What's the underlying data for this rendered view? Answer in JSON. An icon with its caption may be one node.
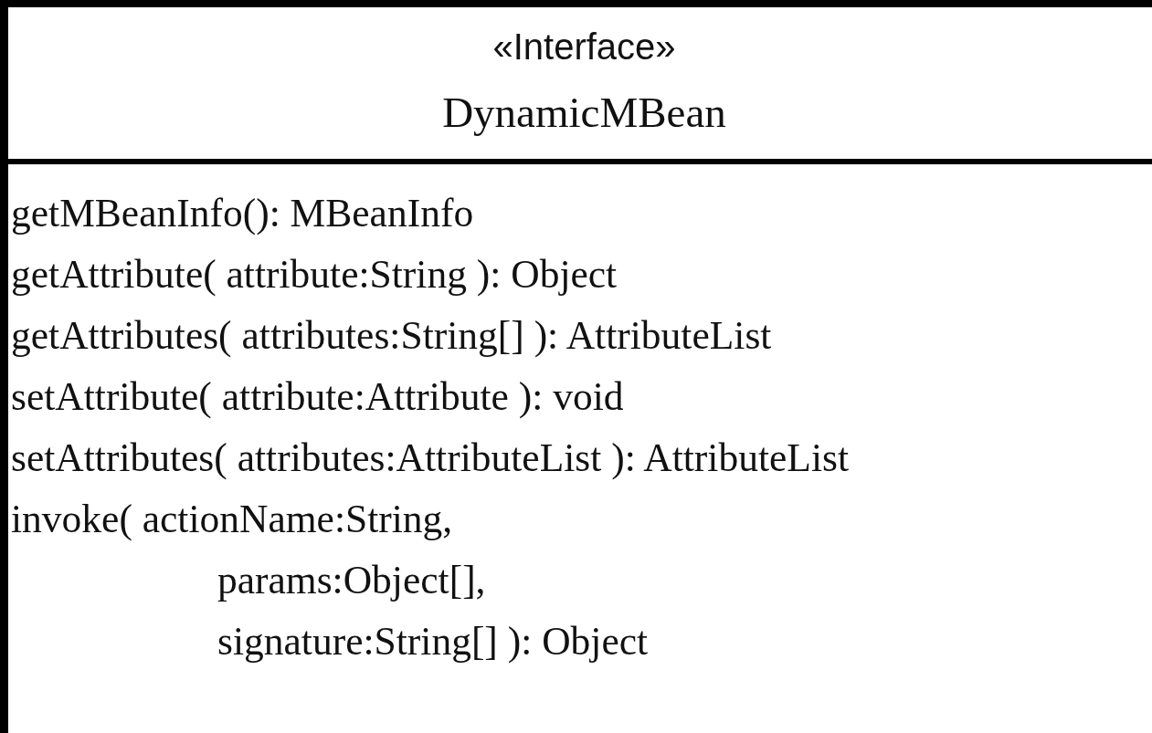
{
  "diagram": {
    "nodes": [
      {
        "text": [
          "«Interface»",
          "DynamicMBean",
          "getMBeanInfo(): MBeanInfo",
          "getAttribute( attribute:String ): Object",
          "getAttributes( attributes:String[] ): AttributeList",
          "setAttribute( attribute:Attribute ): void",
          "setAttributes( attributes:AttributeList ): AttributeList",
          "invoke( actionName:String, params:Object[], signature:String[] ): Object"
        ]
      }
    ]
  }
}
